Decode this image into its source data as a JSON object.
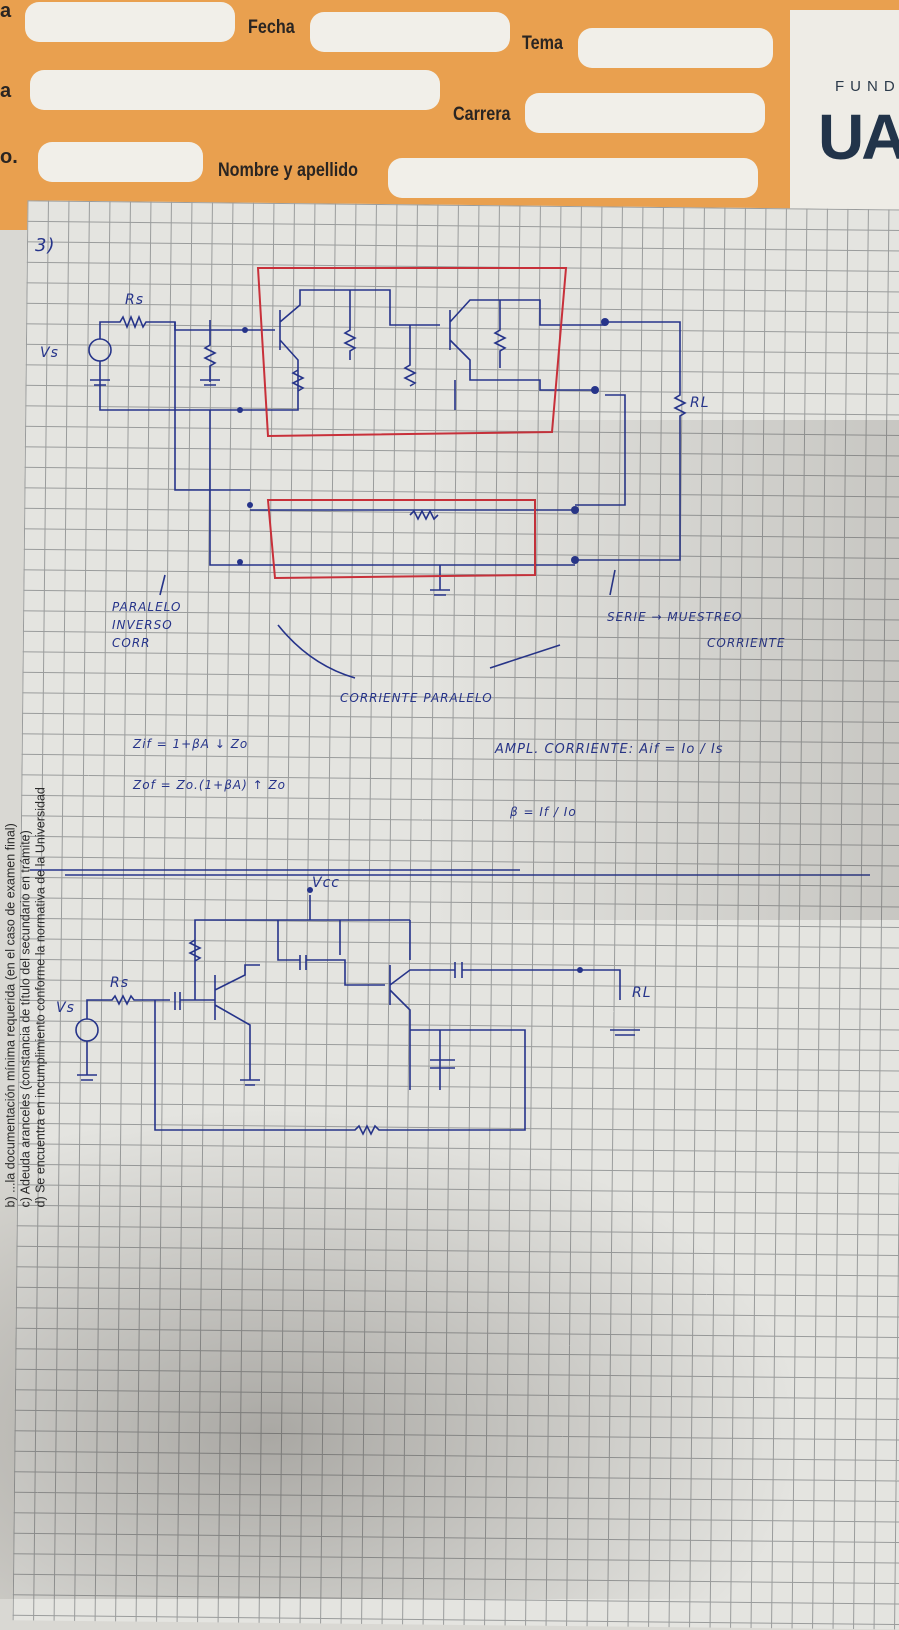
{
  "header": {
    "edge_labels": [
      "a",
      "a",
      "o."
    ],
    "fecha_label": "Fecha",
    "tema_label": "Tema",
    "carrera_label": "Carrera",
    "nombre_label": "Nombre y apellido",
    "logo_top": "FUND",
    "logo_main": "UA"
  },
  "side_notes": [
    "b) ...la documentación mínima requerida (en el caso de examen final)",
    "c) Adeuda aranceles (constancia de título del secundario en trámite)",
    "d) Se encuentra en incumplimiento conforme la normativa de la Universidad"
  ],
  "notes": {
    "problem_number": "3)",
    "rs_top": "Rs",
    "vs_top": "Vs",
    "rl_top": "RL",
    "paralelo": [
      "PARALELO",
      "INVERSO",
      "CORR"
    ],
    "serie": "SERIE → MUESTREO",
    "serie2": "CORRIENTE",
    "corriente_paralelo": "CORRIENTE PARALELO",
    "zif": "Zif = 1+βA  ↓ Zo",
    "zof": "Zof = Zo.(1+βA)  ↑ Zo",
    "ampl": "AMPL. CORRIENTE:  Aif = Io / Is",
    "beta": "β = If / Io",
    "vcc": "Vcc",
    "rs_bottom": "Rs",
    "vs_bottom": "Vs",
    "rl_bottom": "RL"
  },
  "colors": {
    "header": "#e9a04f",
    "ink": "#26348a",
    "red_box": "#c8303a"
  }
}
